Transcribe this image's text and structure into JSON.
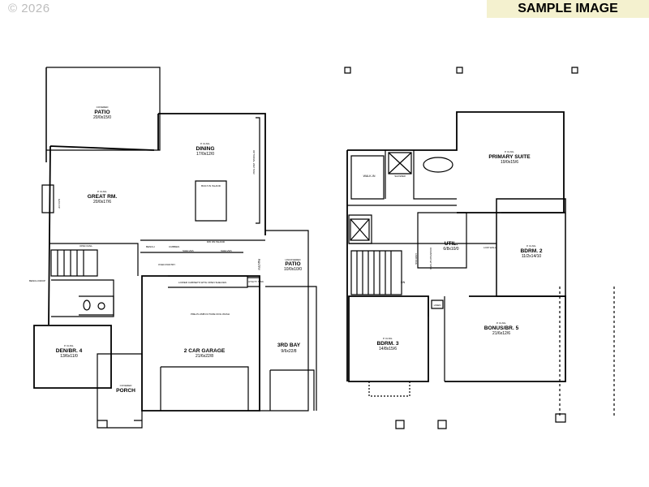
{
  "header": {
    "copyright": "© 2026",
    "badge": "SAMPLE IMAGE"
  },
  "main_floor": {
    "covered_patio": {
      "note": "COVERED",
      "name": "PATIO",
      "dims": "20/0x15/0"
    },
    "dining": {
      "note": "9' CLNG.",
      "name": "DINING",
      "dims": "17/0x12/0"
    },
    "great_room": {
      "note": "9' CLNG.",
      "name": "GREAT RM.",
      "dims": "20/0x17/6"
    },
    "uncovered_patio": {
      "note": "UNCOVERED",
      "name": "PATIO",
      "dims": "10/0x10/0"
    },
    "pantry": {
      "name": "PANTRY"
    },
    "garage": {
      "name": "2 CAR GARAGE",
      "dims": "21/6x22/8"
    },
    "third_bay": {
      "name": "3RD BAY",
      "dims": "9/6x22/8"
    },
    "den": {
      "note": "9' CLNG.",
      "name": "DEN/BR. 4",
      "dims": "13/6x11/0"
    },
    "porch": {
      "note": "COVERED",
      "name": "PORCH"
    },
    "notes": {
      "open_rail": "OPEN RAIL",
      "bench_drop": "BENCH DROP",
      "gas_fp": "GAS F/P",
      "bench": "BENCH",
      "cubbies": "CUBBIES",
      "shelves": "SHELVES",
      "dw_on_island": "DW ON ISLAND",
      "shelves_2": "SHELVES",
      "oven_pantry": "OVEN PANTRY",
      "lower_cabinets": "LOWER CABINETS WITH OPEN SHELVES",
      "pre_plumb": "PRE-PLUMB FUTURE DOG WASH",
      "utility": "UTILITY SINK",
      "dining_note": "OPTIONAL WET BAR",
      "island": "BUILT-IN ISLAND"
    }
  },
  "upper_floor": {
    "walk_in": {
      "name": "WALK-IN"
    },
    "shower": {
      "label": "SHOWER"
    },
    "primary_suite": {
      "note": "9' CLNG.",
      "name": "PRIMARY SUITE",
      "dims": "19/0x15/6"
    },
    "utility": {
      "name": "UTIL.",
      "dims": "6/8x10/0"
    },
    "bedroom2": {
      "note": "9' CLNG.",
      "name": "BDRM. 2",
      "dims": "11/2x14/10"
    },
    "bedroom3": {
      "note": "9' CLNG.",
      "name": "BDRM. 3",
      "dims": "14/8x15/6"
    },
    "bonus": {
      "note": "9' CLNG.",
      "name": "BONUS/BR. 5",
      "dims": "21/6x12/6"
    },
    "linen": {
      "label": "LINEN"
    },
    "notes": {
      "low_wall": "LOW WALL",
      "dn": "DN",
      "low_rail": "LOW RAIL",
      "counter": "COUNTER W/ SINK"
    }
  },
  "colors": {
    "line": "#000000",
    "badge_bg": "#f4f1cf",
    "watermark": "#bdbdbd"
  }
}
